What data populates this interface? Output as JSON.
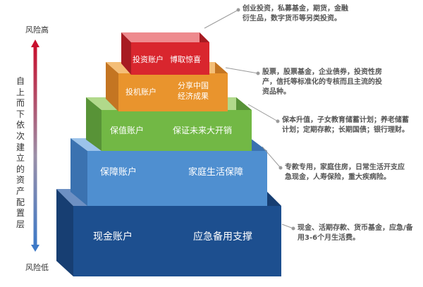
{
  "risk_scale": {
    "top_label": "风险高",
    "bottom_label": "风险低",
    "caption": "自上而下依次建立的资产配置层"
  },
  "tiers": [
    {
      "name": "投资账户",
      "purpose": "博取惊喜",
      "color": "#d9262e",
      "note": "创业投资，私募基金，期货，金融衍生品，数字货币等另类投资。"
    },
    {
      "name": "投机账户",
      "purpose_lines": [
        "分享中国",
        "经济成果"
      ],
      "color": "#e9942d",
      "note": "股票，股票基金，企业债券，投资性房产，信托等标准化的专核而且主流的投资品种。"
    },
    {
      "name": "保值账户",
      "purpose": "保证未来大开销",
      "color": "#72b845",
      "note": "保本升值，子女教育储蓄计划；养老储蓄计划；定期存款；长期国债；银行理财。"
    },
    {
      "name": "保障账户",
      "purpose": "家庭生活保障",
      "color": "#4f8fd0",
      "note": "专款专用，家庭住房，日常生活开支应急现金，人寿保险，重大疾病险。"
    },
    {
      "name": "现金账户",
      "purpose": "应急备用支撑",
      "color": "#1d4f8f",
      "note": "现金、活期存款、货币基金，应急/备用3-6个月生活费。"
    }
  ]
}
